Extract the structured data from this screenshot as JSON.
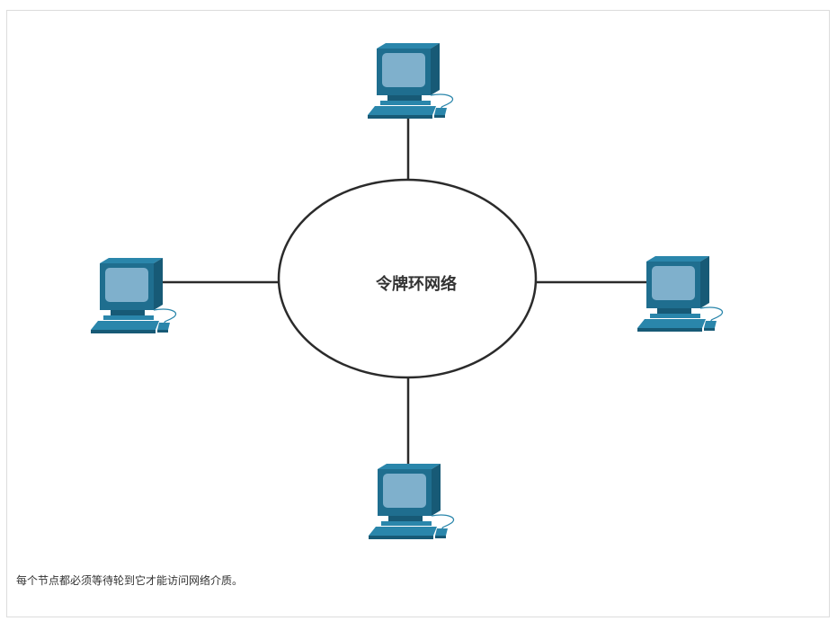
{
  "diagram": {
    "ring_label": "令牌环网络",
    "caption": "每个节点都必须等待轮到它才能访问网络介质。",
    "nodes": [
      {
        "name": "computer-top",
        "icon": "computer-icon"
      },
      {
        "name": "computer-left",
        "icon": "computer-icon"
      },
      {
        "name": "computer-right",
        "icon": "computer-icon"
      },
      {
        "name": "computer-bottom",
        "icon": "computer-icon"
      }
    ],
    "colors": {
      "line": "#2b2b2b",
      "computer_body": "#1f6e8f",
      "computer_dark": "#175a76",
      "screen": "#7fb0cc"
    }
  }
}
